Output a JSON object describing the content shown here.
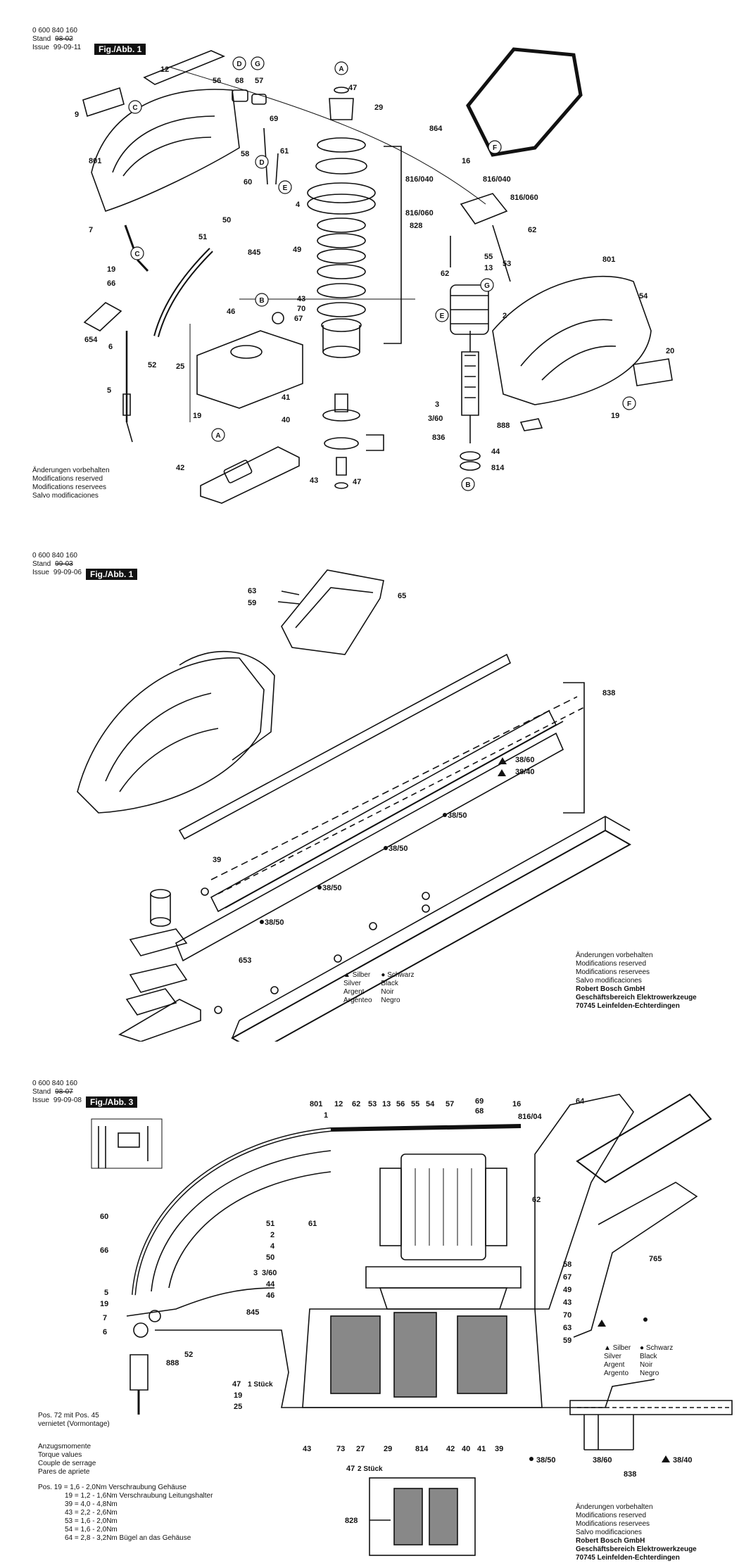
{
  "sheets": [
    {
      "part_number": "0 600 840 160",
      "stand_label": "Stand",
      "issue_label": "Issue",
      "stand_old": "98-02",
      "issue_date": "99-09-11",
      "figure_label": "Fig./Abb. 1"
    },
    {
      "part_number": "0 600 840 160",
      "stand_label": "Stand",
      "issue_label": "Issue",
      "stand_old": "99-03",
      "issue_date": "99-09-06",
      "figure_label": "Fig./Abb. 1"
    },
    {
      "part_number": "0 600 840 160",
      "stand_label": "Stand",
      "issue_label": "Issue",
      "stand_old": "98-07",
      "issue_date": "99-09-08",
      "figure_label": "Fig./Abb. 3"
    }
  ],
  "notices": {
    "changes": [
      "Änderungen vorbehalten",
      "Modifications reserved",
      "Modifications reservees",
      "Salvo modificaciones"
    ],
    "company": [
      "Robert Bosch GmbH",
      "Geschäftsbereich Elektrowerkzeuge",
      "70745 Leinfelden-Echterdingen"
    ]
  },
  "legend": {
    "silver": [
      "Silber",
      "Silver",
      "Argent",
      "Argénteo"
    ],
    "black": [
      "Schwarz",
      "Black",
      "Noir",
      "Negro"
    ],
    "silver_short": [
      "Silber",
      "Silver",
      "Argent",
      "Argento"
    ],
    "black_short": [
      "Schwarz",
      "Black",
      "Noir",
      "Negro"
    ]
  },
  "fig1_labels": {
    "top": [
      "12",
      "56",
      "D",
      "G",
      "68",
      "57",
      "9",
      "C",
      "69",
      "58",
      "61",
      "801",
      "60",
      "D",
      "E",
      "4",
      "50",
      "51",
      "845",
      "49",
      "7",
      "19",
      "66",
      "C",
      "B",
      "43",
      "70",
      "46",
      "67",
      "654",
      "6",
      "52",
      "25",
      "5",
      "41",
      "19",
      "40",
      "A",
      "42",
      "43"
    ],
    "column": [
      "A",
      "47",
      "29",
      "828",
      "836",
      "47"
    ],
    "right": [
      "864",
      "F",
      "16",
      "816/040",
      "816/040",
      "816/060",
      "816/060",
      "62",
      "G",
      "55",
      "13",
      "53",
      "62",
      "E",
      "2",
      "801",
      "54",
      "20",
      "3",
      "3/60",
      "888",
      "F",
      "19",
      "44",
      "814",
      "B"
    ]
  },
  "fig2_labels": [
    "63",
    "59",
    "65",
    "838",
    "38/60",
    "38/40",
    "38/50",
    "39",
    "38/50",
    "38/50",
    "38/50",
    "653"
  ],
  "fig3_top_labels": [
    "801",
    "12",
    "62",
    "53",
    "13",
    "56",
    "55",
    "54",
    "57",
    "69",
    "68",
    "16",
    "1",
    "816/04",
    "64"
  ],
  "fig3_left_labels": [
    "60",
    "66",
    "5",
    "19",
    "7",
    "6",
    "888",
    "52",
    "47",
    "1 Stück",
    "19",
    "25",
    "51",
    "61",
    "2",
    "4",
    "50",
    "3",
    "3/60",
    "44",
    "46",
    "845"
  ],
  "fig3_right_labels": [
    "62",
    "765",
    "58",
    "67",
    "49",
    "43",
    "70",
    "63",
    "59"
  ],
  "fig3_bottom_labels": [
    "43",
    "73",
    "27",
    "29",
    "814",
    "42",
    "40",
    "41",
    "39",
    "38/50",
    "38/60",
    "38/40",
    "838",
    "47",
    "2 Stück",
    "828"
  ],
  "fig3_note": [
    "Pos. 72 mit Pos. 45",
    "vernietet (Vormontage)"
  ],
  "torque": {
    "heading": [
      "Anzugsmomente",
      "Torque values",
      "Couple de serrage",
      "Pares de apriete"
    ],
    "rows": [
      "Pos. 19  =  1,6  -  2,0Nm Verschraubung Gehäuse",
      "19  =  1,2  -  1,6Nm Verschraubung Leitungshalter",
      "39  =  4,0  -  4,8Nm",
      "43  =  2,2  -  2,6Nm",
      "53  =  1,6  -  2,0Nm",
      "54  =  1,6  -  2,0Nm",
      "64  =  2,8  -  3,2Nm Bügel an das Gehäuse"
    ]
  }
}
